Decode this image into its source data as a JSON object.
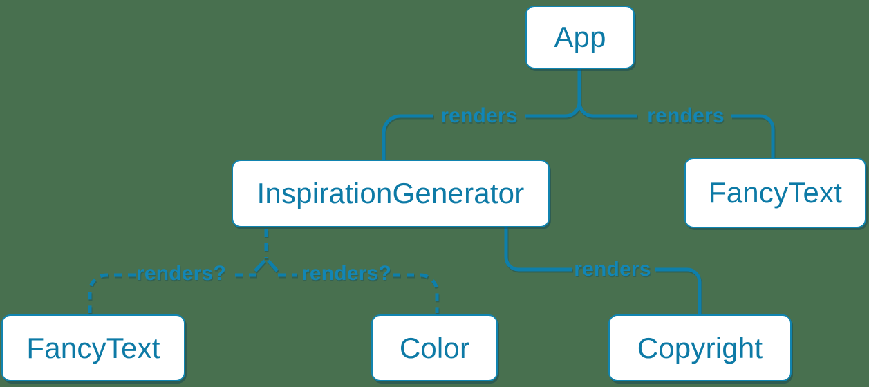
{
  "colors": {
    "background": "#48704f",
    "line": "#0e7fab",
    "node_fill": "#ffffff",
    "node_border": "#1184b0",
    "node_text": "#0d7aa6",
    "edge_label": "#1286b6"
  },
  "nodes": [
    {
      "id": "app",
      "label": "App"
    },
    {
      "id": "inspiration-generator",
      "label": "InspirationGenerator"
    },
    {
      "id": "fancy-text-top",
      "label": "FancyText"
    },
    {
      "id": "fancy-text-bottom",
      "label": "FancyText"
    },
    {
      "id": "color",
      "label": "Color"
    },
    {
      "id": "copyright",
      "label": "Copyright"
    }
  ],
  "edges": [
    {
      "from": "App",
      "to": "InspirationGenerator",
      "label": "renders",
      "style": "solid"
    },
    {
      "from": "App",
      "to": "FancyText",
      "label": "renders",
      "style": "solid"
    },
    {
      "from": "InspirationGenerator",
      "to": "FancyText",
      "label": "renders?",
      "style": "dashed"
    },
    {
      "from": "InspirationGenerator",
      "to": "Color",
      "label": "renders?",
      "style": "dashed"
    },
    {
      "from": "InspirationGenerator",
      "to": "Copyright",
      "label": "renders",
      "style": "solid"
    }
  ]
}
